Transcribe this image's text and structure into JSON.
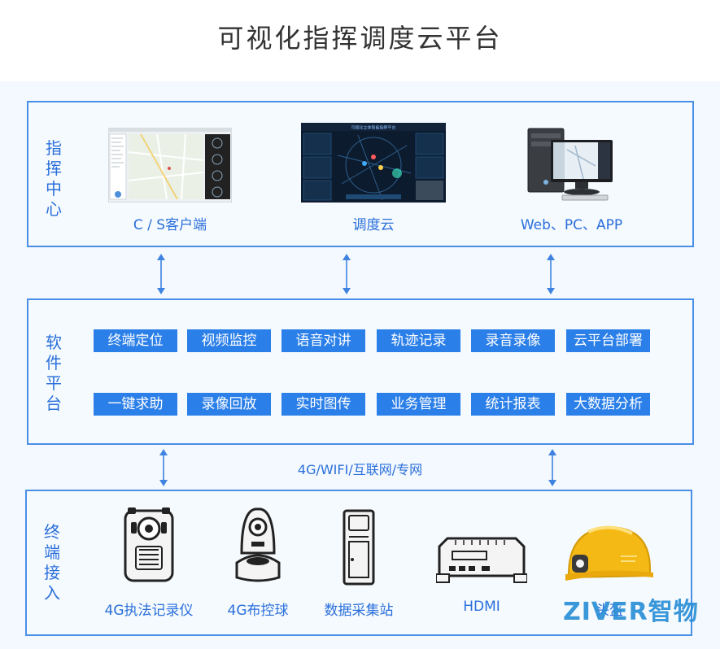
{
  "title": "可视化指挥调度云平台",
  "command_center": {
    "label": "指挥中心",
    "items": [
      {
        "caption": "C / S客户端"
      },
      {
        "caption": "调度云"
      },
      {
        "caption": "Web、PC、APP"
      }
    ],
    "screen_title": "可视化立体智能指挥平台"
  },
  "software_platform": {
    "label": "软件平台",
    "row1": [
      "终端定位",
      "视频监控",
      "语音对讲",
      "轨迹记录",
      "录音录像",
      "云平台部署"
    ],
    "row2": [
      "一键求助",
      "录像回放",
      "实时图传",
      "业务管理",
      "统计报表",
      "大数据分析"
    ]
  },
  "network": "4G/WIFI/互联网/专网",
  "terminal_access": {
    "label": "终端接入",
    "items": [
      {
        "caption": "4G执法记录仪",
        "icon": "body-camera-icon"
      },
      {
        "caption": "4G布控球",
        "icon": "dome-camera-icon"
      },
      {
        "caption": "数据采集站",
        "icon": "data-station-icon"
      },
      {
        "caption": "HDMI",
        "icon": "hdmi-box-icon"
      },
      {
        "caption": "头盔",
        "icon": "helmet-icon"
      }
    ]
  },
  "watermark": "ZIVER智物",
  "colors": {
    "accent": "#2b7fe8",
    "border": "#4a8fe7",
    "text": "#2a6fdb",
    "helmet": "#f5b915"
  }
}
